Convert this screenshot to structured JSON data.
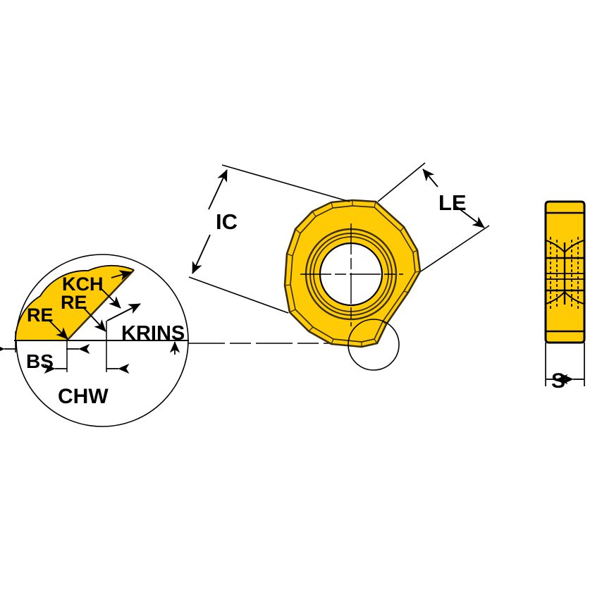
{
  "drawing": {
    "title": "Milling insert dimension diagram",
    "background_color": "#ffffff",
    "line_color": "#000000",
    "insert_fill_color": "#FFCB05",
    "insert_edge_color": "#3B2E07"
  },
  "views": {
    "detail_view": {
      "name": "corner-detail-enlargement",
      "labels": {
        "re_outer": "RE",
        "re_inner": "RE",
        "kch": "KCH",
        "bs": "BS",
        "chw": "CHW",
        "krins": "KRINS"
      }
    },
    "top_view": {
      "name": "insert-top-view",
      "labels": {
        "ic": "IC",
        "le": "LE"
      }
    },
    "side_view": {
      "name": "insert-side-view",
      "labels": {
        "s": "S"
      }
    }
  },
  "dimension_labels": [
    {
      "key": "RE",
      "text": "RE",
      "view": "detail"
    },
    {
      "key": "RE2",
      "text": "RE",
      "view": "detail"
    },
    {
      "key": "KCH",
      "text": "KCH",
      "view": "detail"
    },
    {
      "key": "BS",
      "text": "BS",
      "view": "detail"
    },
    {
      "key": "CHW",
      "text": "CHW",
      "view": "detail"
    },
    {
      "key": "KRINS",
      "text": "KRINS",
      "view": "detail"
    },
    {
      "key": "IC",
      "text": "IC",
      "view": "top"
    },
    {
      "key": "LE",
      "text": "LE",
      "view": "top"
    },
    {
      "key": "S",
      "text": "S",
      "view": "side"
    }
  ]
}
